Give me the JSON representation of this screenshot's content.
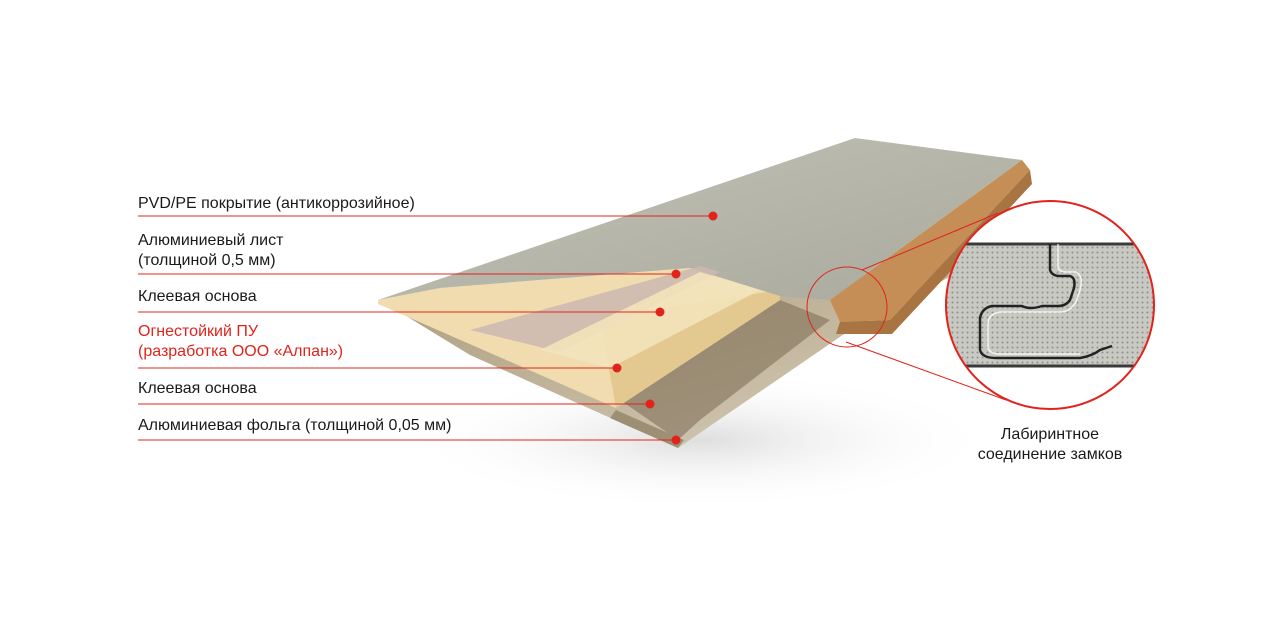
{
  "colors": {
    "accent": "#e0241b",
    "text": "#1a1a1a",
    "coating": "#b4b5a8",
    "foam": "#f0dcae",
    "wood_edge": "#c48e56",
    "foil": "#9c8f74"
  },
  "layers": [
    {
      "lines": [
        "PVD/PE покрытие (антикоррозийное)"
      ]
    },
    {
      "lines": [
        "Алюминиевый лист",
        "(толщиной 0,5 мм)"
      ]
    },
    {
      "lines": [
        "Клеевая основа"
      ]
    },
    {
      "lines": [
        "Огнестойкий ПУ",
        "(разработка ООО «Алпан»)"
      ]
    },
    {
      "lines": [
        "Клеевая основа"
      ]
    },
    {
      "lines": [
        "Алюминиевая фольга (толщиной 0,05 мм)"
      ]
    }
  ],
  "detail": {
    "caption_lines": [
      "Лабиринтное",
      "соединение замков"
    ]
  }
}
